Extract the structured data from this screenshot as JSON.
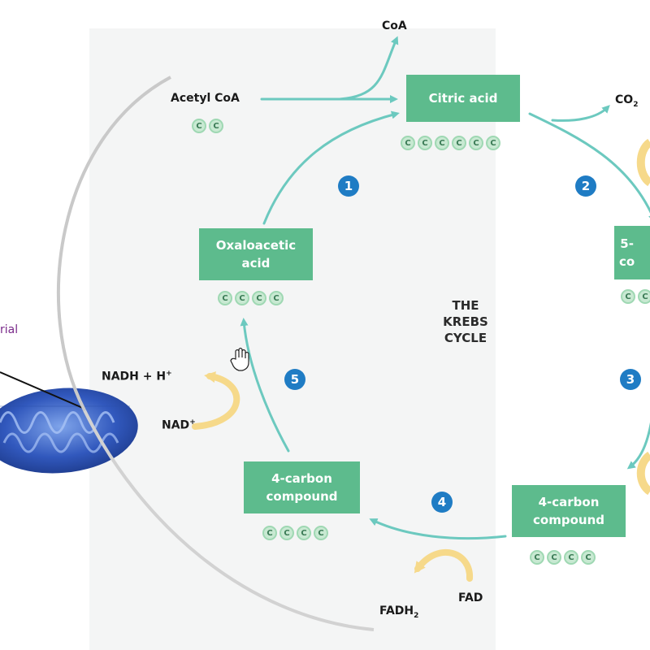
{
  "title": "THE\nKREBS\nCYCLE",
  "mitochondria_label": "rial",
  "compounds": {
    "citric_acid": {
      "label": "Citric acid",
      "carbons": 6
    },
    "five_carbon": {
      "label": "5-\nco",
      "carbons": 2
    },
    "four_carbon_right": {
      "label": "4-carbon\ncompound",
      "carbons": 4
    },
    "four_carbon_left": {
      "label": "4-carbon\ncompound",
      "carbons": 4
    },
    "oxaloacetic_acid": {
      "label": "Oxaloacetic\nacid",
      "carbons": 4
    }
  },
  "acetyl_coa": {
    "label": "Acetyl CoA",
    "carbons": 2
  },
  "coa_label": "CoA",
  "co2_label": "CO",
  "co2_sub": "2",
  "nadh_label": "NADH + H",
  "nadh_sup": "+",
  "nad_label": "NAD",
  "nad_sup": "+",
  "fad_label": "FAD",
  "fadh2_label": "FADH",
  "fadh2_sub": "2",
  "carbon_symbol": "C",
  "steps": [
    "1",
    "2",
    "3",
    "4",
    "5"
  ],
  "colors": {
    "box": "#5dbb8d",
    "arrow": "#6cc9bf",
    "step": "#1f7cc4",
    "cofactor_arrow": "#f6d98a",
    "mitochondrion": "#2f56b8"
  }
}
